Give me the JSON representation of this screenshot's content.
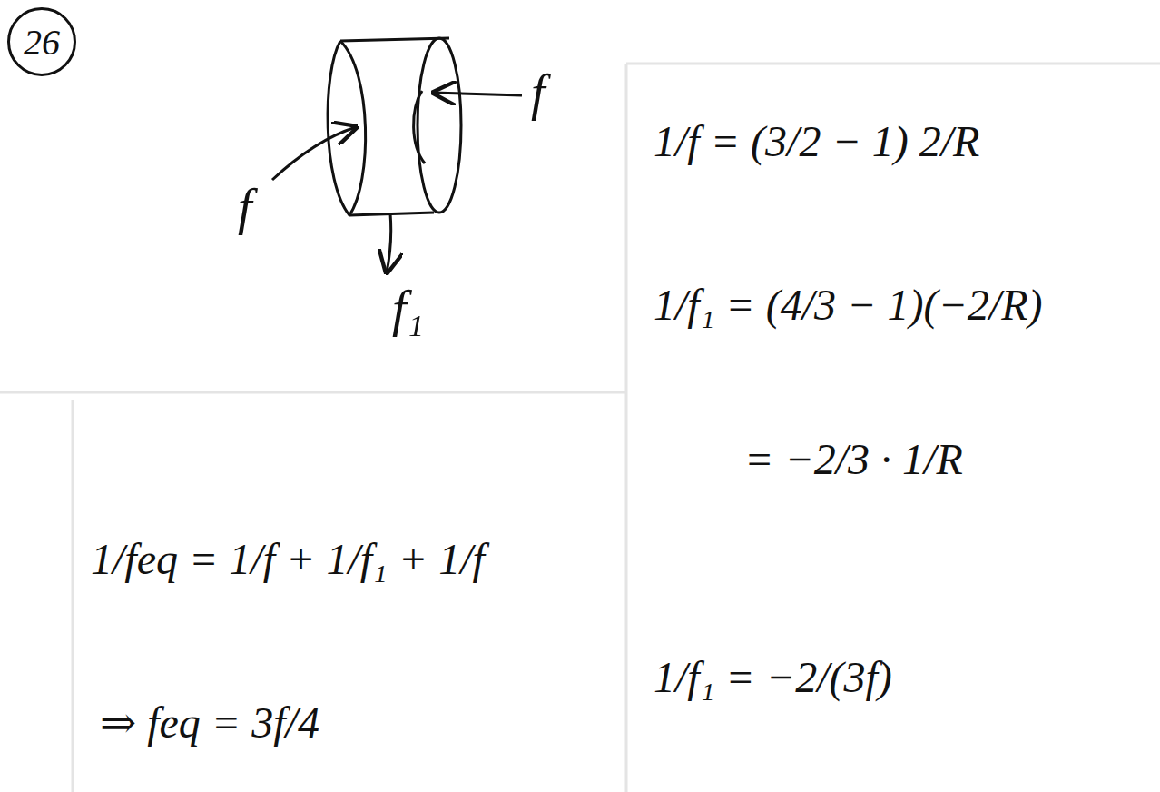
{
  "diagram": {
    "nodes": [
      {
        "text": [
          "26"
        ]
      }
    ],
    "labels": [
      "f",
      "f",
      "f₁",
      "1/f = (3/2 − 1) 2/R",
      "1/f₁ = (4/3 − 1)(−2/R)",
      "= −2/3 · 1/R",
      "1/f₁ = −2/(3f)",
      "1/feq = 1/f + 1/f₁ + 1/f",
      "⇒ feq = 3f/4"
    ]
  }
}
